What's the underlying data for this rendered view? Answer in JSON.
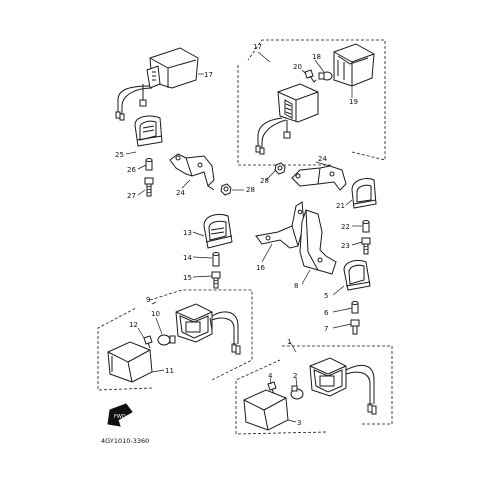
{
  "diagram": {
    "code": "4GY1010-3360",
    "arrow_text": "FWD",
    "callouts": {
      "c1": "1",
      "c2": "2",
      "c3": "3",
      "c4": "4",
      "c5": "5",
      "c6": "6",
      "c7": "7",
      "c8": "8",
      "c9": "9",
      "c10": "10",
      "c11": "11",
      "c12": "12",
      "c13": "13",
      "c14": "14",
      "c15": "15",
      "c16": "16",
      "c17a": "17",
      "c17b": "17",
      "c18": "18",
      "c19": "19",
      "c20": "20",
      "c21": "21",
      "c22": "22",
      "c23": "23",
      "c24a": "24",
      "c24b": "24",
      "c25": "25",
      "c26": "26",
      "c27": "27",
      "c28a": "28",
      "c28b": "28"
    }
  }
}
